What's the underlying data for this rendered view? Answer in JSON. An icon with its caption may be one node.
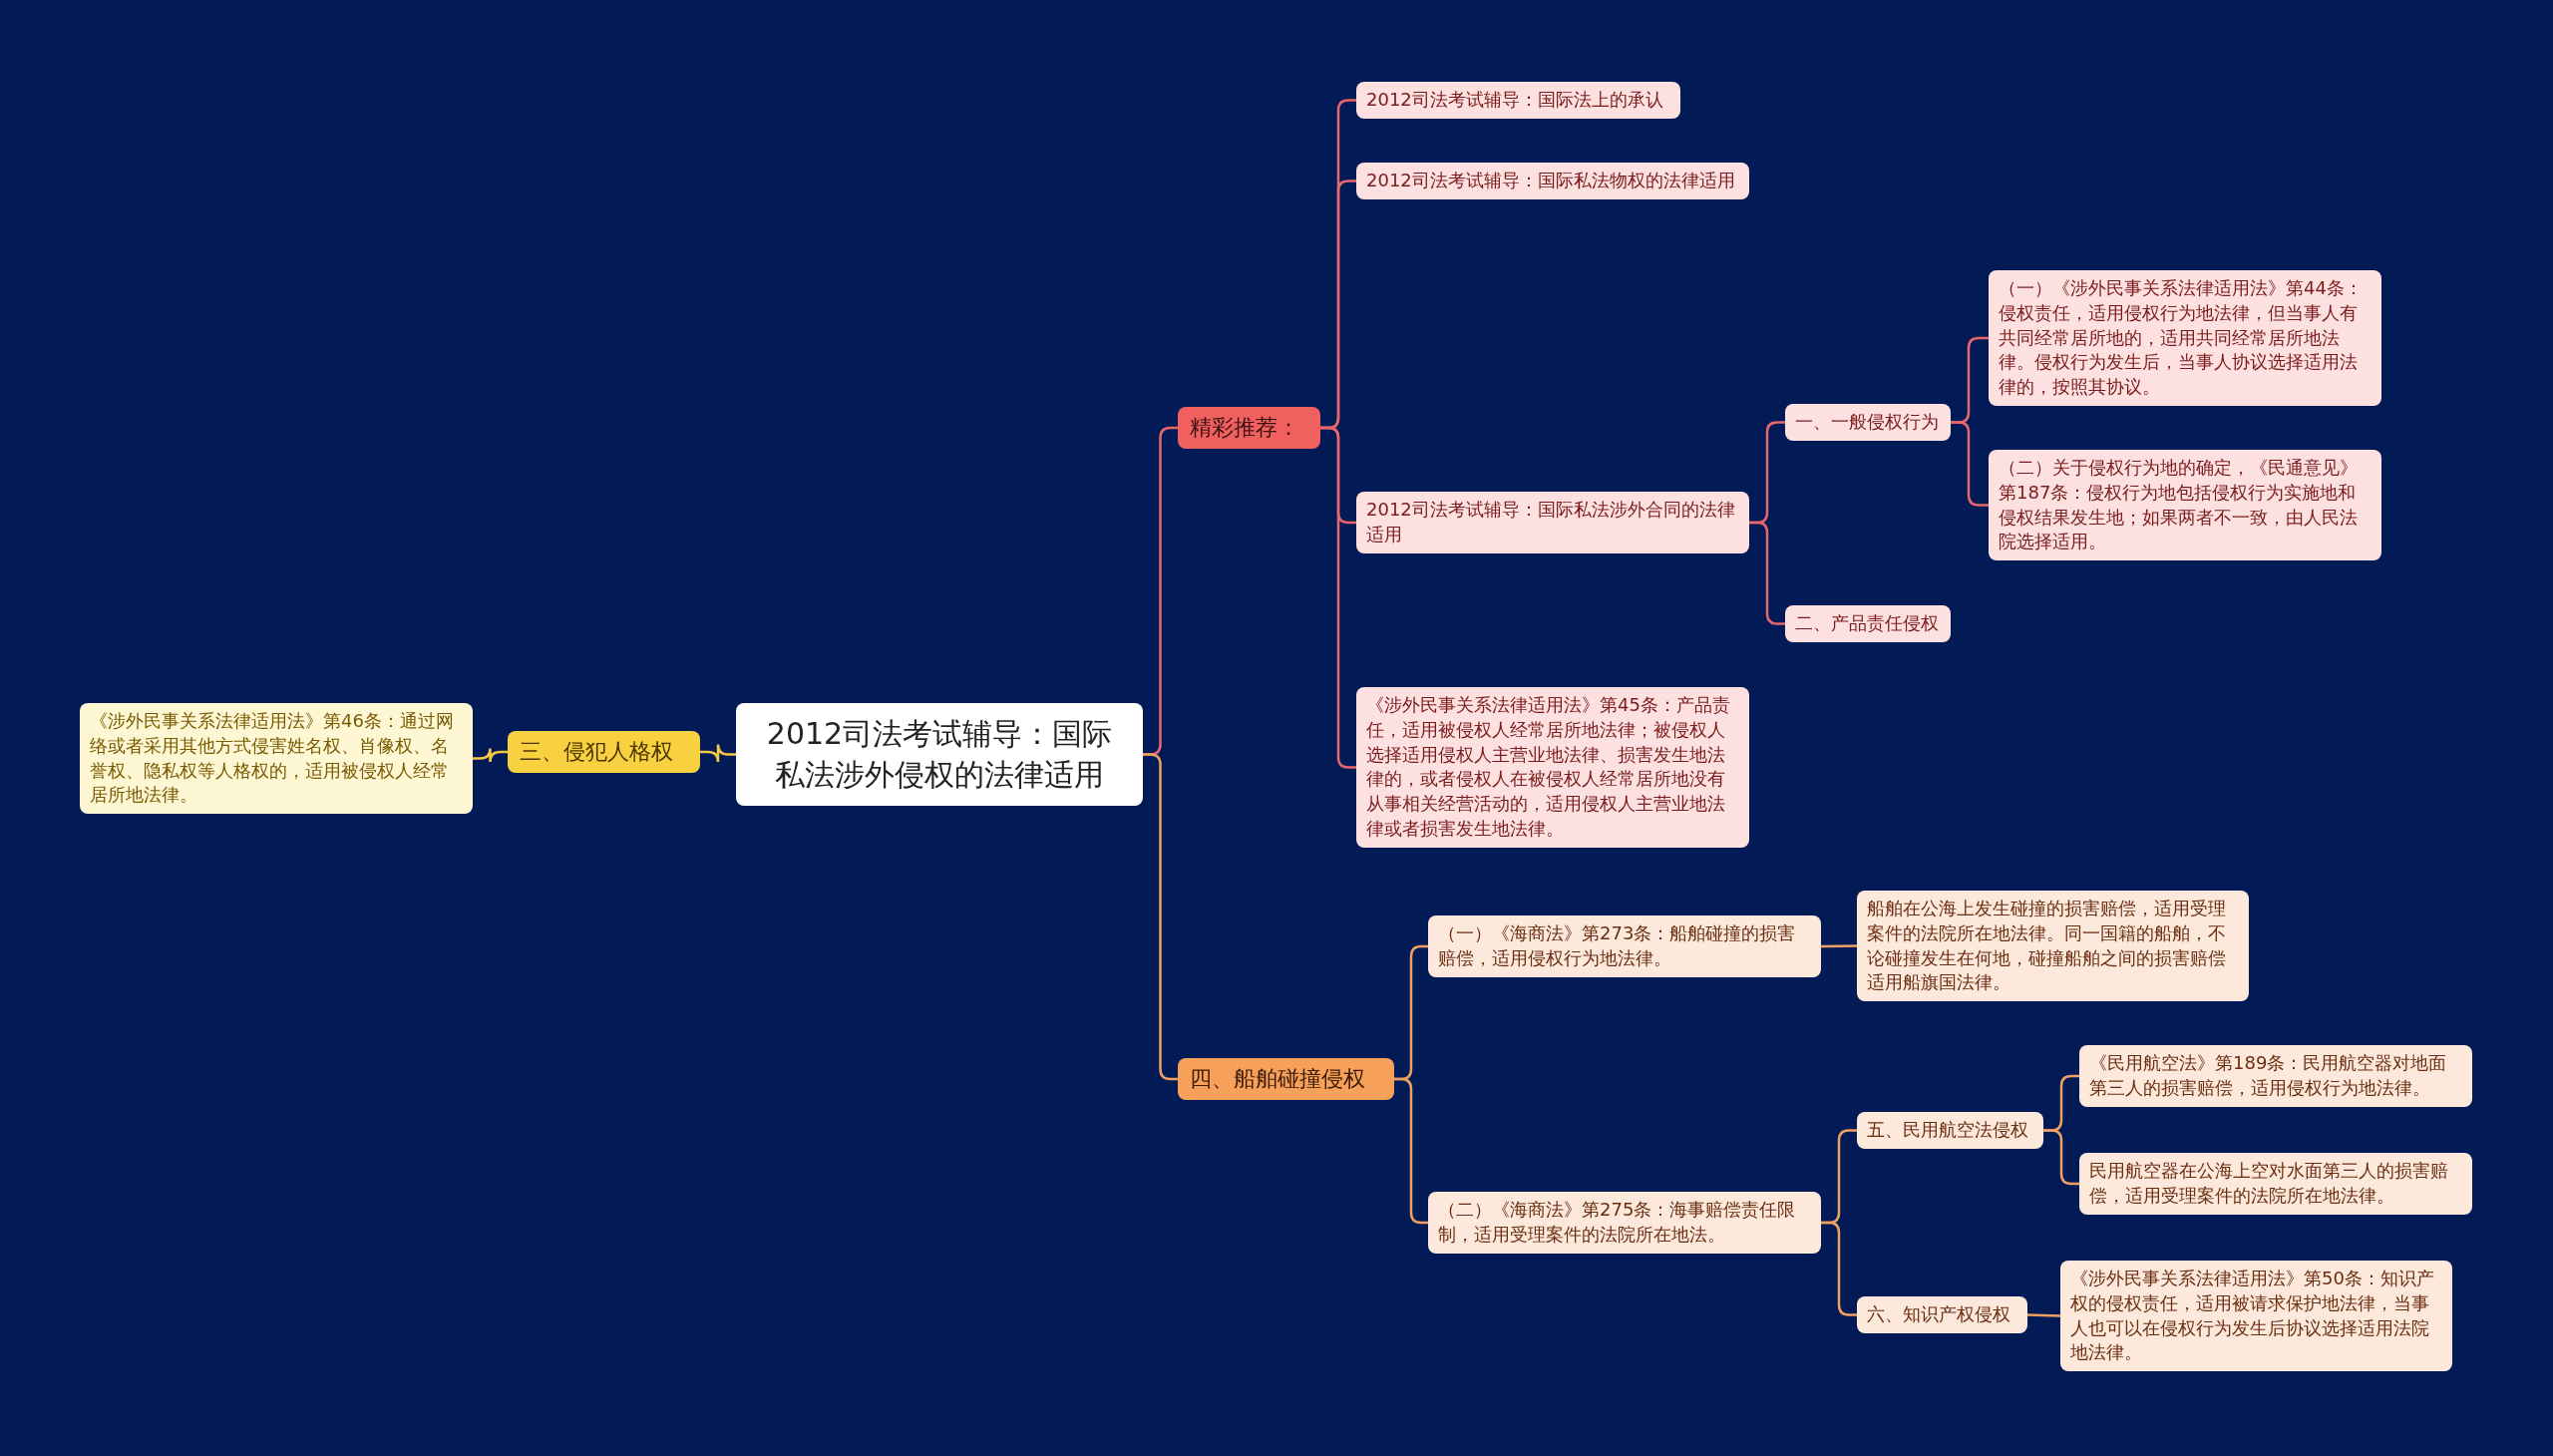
{
  "diagram": {
    "nodes": [
      {
        "text": [
          "2012司法考试辅导：国际私法涉外侵权的法律适用"
        ]
      },
      {
        "text": [
          "精彩推荐："
        ]
      },
      {
        "text": [
          "2012司法考试辅导：国际法上的承认"
        ]
      },
      {
        "text": [
          "2012司法考试辅导：国际私法物权的法律适用"
        ]
      },
      {
        "text": [
          "2012司法考试辅导：国际私法涉外合同的法律适用"
        ]
      },
      {
        "text": [
          "一、一般侵权行为"
        ]
      },
      {
        "text": [
          "（一）《涉外民事关系法律适用法》第44条：侵权责任，适用侵权行为地法律，但当事人有共同经常居所地的，适用共同经常居所地法律。侵权行为发生后，当事人协议选择适用法律的，按照其协议。"
        ]
      },
      {
        "text": [
          "（二）关于侵权行为地的确定，《民通意见》第187条：侵权行为地包括侵权行为实施地和侵权结果发生地；如果两者不一致，由人民法院选择适用。"
        ]
      },
      {
        "text": [
          "二、产品责任侵权"
        ]
      },
      {
        "text": [
          "《涉外民事关系法律适用法》第45条：产品责任，适用被侵权人经常居所地法律；被侵权人选择适用侵权人主营业地法律、损害发生地法律的，或者侵权人在被侵权人经常居所地没有从事相关经营活动的，适用侵权人主营业地法律或者损害发生地法律。"
        ]
      },
      {
        "text": [
          "四、船舶碰撞侵权"
        ]
      },
      {
        "text": [
          "（一）《海商法》第273条：船舶碰撞的损害赔偿，适用侵权行为地法律。"
        ]
      },
      {
        "text": [
          "船舶在公海上发生碰撞的损害赔偿，适用受理案件的法院所在地法律。同一国籍的船舶，不论碰撞发生在何地，碰撞船舶之间的损害赔偿适用船旗国法律。"
        ]
      },
      {
        "text": [
          "（二）《海商法》第275条：海事赔偿责任限制，适用受理案件的法院所在地法。"
        ]
      },
      {
        "text": [
          "五、民用航空法侵权"
        ]
      },
      {
        "text": [
          "《民用航空法》第189条：民用航空器对地面第三人的损害赔偿，适用侵权行为地法律。"
        ]
      },
      {
        "text": [
          "民用航空器在公海上空对水面第三人的损害赔偿，适用受理案件的法院所在地法律。"
        ]
      },
      {
        "text": [
          "六、知识产权侵权"
        ]
      },
      {
        "text": [
          "《涉外民事关系法律适用法》第50条：知识产权的侵权责任，适用被请求保护地法律，当事人也可以在侵权行为发生后协议选择适用法院地法律。"
        ]
      },
      {
        "text": [
          "三、侵犯人格权"
        ]
      },
      {
        "text": [
          "《涉外民事关系法律适用法》第46条：通过网络或者采用其他方式侵害姓名权、肖像权、名誉权、隐私权等人格权的，适用被侵权人经常居所地法律。"
        ]
      }
    ],
    "edges": [
      {
        "from": 0,
        "to": 1,
        "arrow": "none",
        "color": "#e8676b"
      },
      {
        "from": 1,
        "to": 2,
        "arrow": "none",
        "color": "#e8676b"
      },
      {
        "from": 1,
        "to": 3,
        "arrow": "none",
        "color": "#e8676b"
      },
      {
        "from": 1,
        "to": 4,
        "arrow": "none",
        "color": "#e8676b"
      },
      {
        "from": 4,
        "to": 5,
        "arrow": "none",
        "color": "#e8676b"
      },
      {
        "from": 5,
        "to": 6,
        "arrow": "none",
        "color": "#e8676b"
      },
      {
        "from": 5,
        "to": 7,
        "arrow": "none",
        "color": "#e8676b"
      },
      {
        "from": 4,
        "to": 8,
        "arrow": "none",
        "color": "#e8676b"
      },
      {
        "from": 1,
        "to": 9,
        "arrow": "none",
        "color": "#e8676b"
      },
      {
        "from": 0,
        "to": 10,
        "arrow": "none",
        "color": "#f0a060"
      },
      {
        "from": 10,
        "to": 11,
        "arrow": "none",
        "color": "#f0a060"
      },
      {
        "from": 11,
        "to": 12,
        "arrow": "none",
        "color": "#f0a060"
      },
      {
        "from": 10,
        "to": 13,
        "arrow": "none",
        "color": "#f0a060"
      },
      {
        "from": 13,
        "to": 14,
        "arrow": "none",
        "color": "#f0a060"
      },
      {
        "from": 14,
        "to": 15,
        "arrow": "none",
        "color": "#f0a060"
      },
      {
        "from": 14,
        "to": 16,
        "arrow": "none",
        "color": "#f0a060"
      },
      {
        "from": 13,
        "to": 17,
        "arrow": "none",
        "color": "#f0a060"
      },
      {
        "from": 17,
        "to": 18,
        "arrow": "none",
        "color": "#f0a060"
      },
      {
        "from": 0,
        "to": 19,
        "arrow": "none",
        "color": "#f5c842"
      },
      {
        "from": 19,
        "to": 20,
        "arrow": "none",
        "color": "#f5c842"
      }
    ]
  }
}
